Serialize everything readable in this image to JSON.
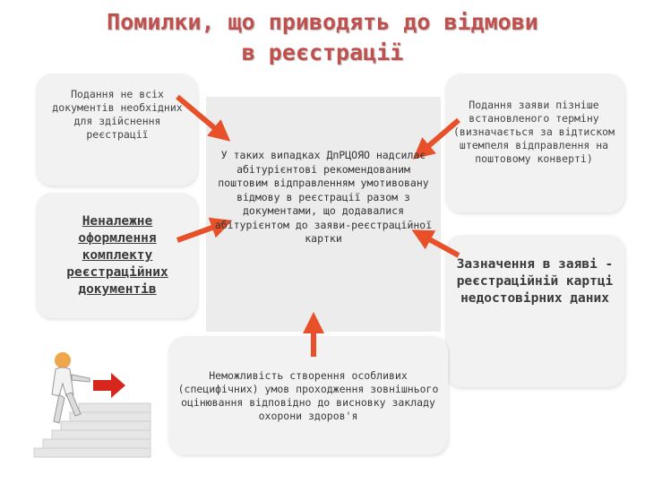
{
  "title": {
    "line1": "Помилки, що приводять до відмови",
    "line2": "в реєстрації"
  },
  "boxes": {
    "top_left": "Подання не всіх документів необхідних для здійснення реєстрації",
    "mid_left": "Неналежне оформлення комплекту реєстраційних документів",
    "center": "У таких випадках ДпРЦОЯО надсилає абітурієнтові рекомендованим поштовим відправленням умотивовану відмову в реєстрації разом з документами, що додавалися абітурієнтом до заяви-реєстраційної картки",
    "top_right": "Подання заяви пізніше встановленого терміну (визначається за відтиском штемпеля відправлення на поштовому конверті)",
    "mid_right": "Зазначення в заяві - реєстраційній картці недостовірних даних",
    "bottom": "Неможливість створення особливих (специфічних) умов проходження зовнішнього оцінювання відповідно до висновку закладу охорони здоров'я"
  },
  "colors": {
    "title": "#c0504d",
    "arrow": "#e8502a",
    "box": "#f2f2f2",
    "center": "#ececec"
  },
  "icons": [
    "arrow-icon",
    "figure-on-stairs-icon"
  ]
}
